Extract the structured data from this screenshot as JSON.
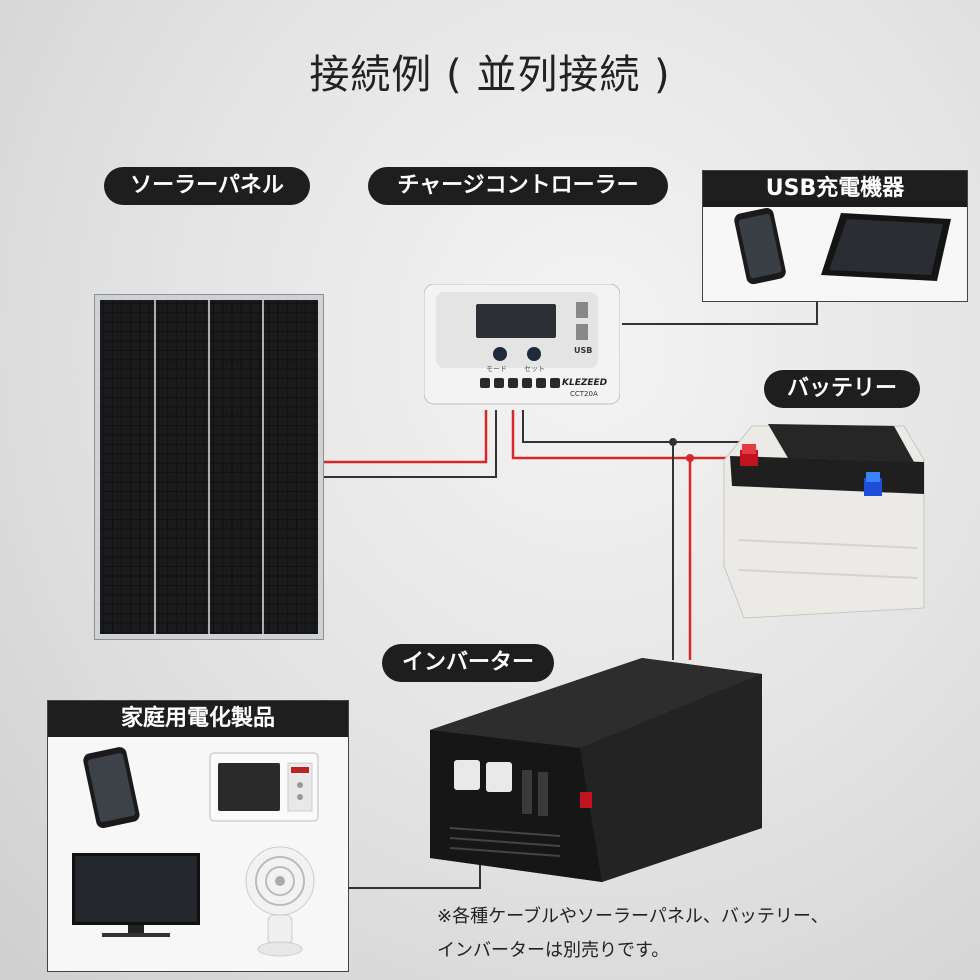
{
  "title": "接続例 ( 並列接続 )",
  "labels": {
    "solar_panel": "ソーラーパネル",
    "charge_controller": "チャージコントローラー",
    "usb_devices": "USB充電機器",
    "battery": "バッテリー",
    "inverter": "インバーター",
    "appliances": "家庭用電化製品"
  },
  "controller": {
    "brand": "KLEZEED",
    "model": "CCT20A",
    "usb_label": "USB",
    "mode_label": "モード",
    "set_label": "セット"
  },
  "note": {
    "line1": "※各種ケーブルやソーラーパネル、バッテリー、",
    "line2": "インバーターは別売りです。"
  },
  "colors": {
    "positive_wire": "#d62828",
    "negative_wire": "#333333",
    "label_bg": "#1e1e1e"
  }
}
